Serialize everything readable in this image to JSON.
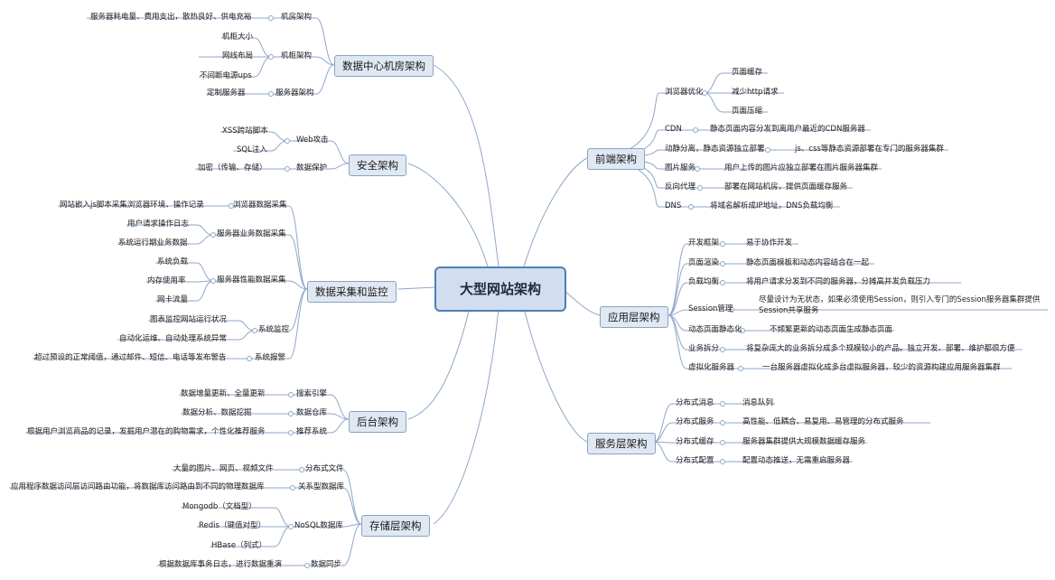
{
  "colors": {
    "line": "#8fa7c8",
    "topic_bg": "#dfe8f3",
    "central_border": "#4e7fb8"
  },
  "central": "大型网站架构",
  "topics": {
    "datacenter": "数据中心机房架构",
    "security": "安全架构",
    "monitor": "数据采集和监控",
    "backend": "后台架构",
    "storage": "存储层架构",
    "frontend": "前端架构",
    "app": "应用层架构",
    "service": "服务层架构"
  },
  "datacenter": {
    "room": "机房架构",
    "power": "服务器耗电量、费用支出，散热良好、供电充裕",
    "rack": "机柜架构",
    "rack_size": "机柜大小",
    "cabling": "网线布局",
    "ups": "不间断电源ups",
    "server_arch": "服务器架构",
    "custom_server": "定制服务器"
  },
  "security": {
    "web_attack": "Web攻击",
    "xss": "XSS跨站脚本",
    "sql": "SQL注入",
    "data_protect": "数据保护",
    "encrypt": "加密（传输、存储）"
  },
  "monitor": {
    "browser": "浏览器数据采集",
    "browser_desc": "网站嵌入js脚本采集浏览器环境、操作记录",
    "biz": "服务器业务数据采集",
    "req_log": "用户请求操作日志",
    "biz_data": "系统运行期业务数据",
    "perf": "服务器性能数据采集",
    "load": "系统负载",
    "mem": "内存使用率",
    "net": "网卡流量",
    "sys_monitor": "系统监控",
    "chart_monitor": "图表监控网站运行状况",
    "auto_ops": "自动化运维、自动处理系统异常",
    "alarm": "系统报警",
    "alarm_desc": "超过预设的正常阈值，通过邮件、短信、电话等发布警告"
  },
  "backend": {
    "search": "搜索引擎",
    "search_desc": "数据增量更新、全量更新",
    "warehouse": "数据仓库",
    "warehouse_desc": "数据分析、数据挖掘",
    "recommend": "推荐系统",
    "recommend_desc": "根据用户浏览商品的记录，发掘用户潜在的购物需求，个性化推荐服务"
  },
  "storage": {
    "dfs": "分布式文件",
    "dfs_desc": "大量的图片、网页、视频文件",
    "rdb": "关系型数据库",
    "rdb_desc": "应用程序数据访问层访问路由功能，将数据库访问路由到不同的物理数据库",
    "nosql": "NoSQL数据库",
    "mongodb": "Mongodb（文档型）",
    "redis": "Redis（键值对型）",
    "hbase": "HBase（列式）",
    "sync": "数据同步",
    "sync_desc": "根据数据库事务日志，进行数据重演"
  },
  "frontend": {
    "browser_opt": "浏览器优化",
    "page_cache": "页面缓存",
    "reduce_http": "减少http请求",
    "compress": "页面压缩",
    "cdn": "CDN",
    "cdn_desc": "静态页面内容分发到离用户最近的CDN服务器",
    "separation": "动静分离，静态资源独立部署",
    "separation_desc": "js、css等静态资源部署在专门的服务器集群",
    "img_service": "图片服务",
    "img_desc": "用户上传的图片应独立部署在图片服务器集群",
    "proxy": "反向代理",
    "proxy_desc": "部署在网站机房，提供页面缓存服务",
    "dns": "DNS",
    "dns_desc": "将域名解析成IP地址，DNS负载均衡"
  },
  "app": {
    "framework": "开发框架",
    "framework_desc": "易于协作开发",
    "render": "页面渲染",
    "render_desc": "静态页面模板和动态内容结合在一起",
    "lb": "负载均衡",
    "lb_desc": "将用户请求分发到不同的服务器，分摊高并发负载压力",
    "session": "Session管理",
    "session_desc1": "尽量设计为无状态，如果必须使用Session，则引入专门的Session服务器集群提供",
    "session_desc2": "Session共享服务",
    "staticize": "动态页面静态化",
    "staticize_desc": "不频繁更新的动态页面生成静态页面",
    "split": "业务拆分",
    "split_desc": "将复杂庞大的业务拆分成多个规模较小的产品。独立开发、部署、维护都很方便",
    "virtual": "虚拟化服务器",
    "virtual_desc": "一台服务器虚拟化成多台虚拟服务器，较少的资源构建应用服务器集群"
  },
  "service": {
    "mq": "分布式消息",
    "mq_desc": "消息队列",
    "ds": "分布式服务",
    "ds_desc": "高性能、低耦合、易复用、易管理的分布式服务",
    "cache": "分布式缓存",
    "cache_desc": "服务器集群提供大规模数据缓存服务",
    "config": "分布式配置",
    "config_desc": "配置动态推送，无需重启服务器"
  }
}
